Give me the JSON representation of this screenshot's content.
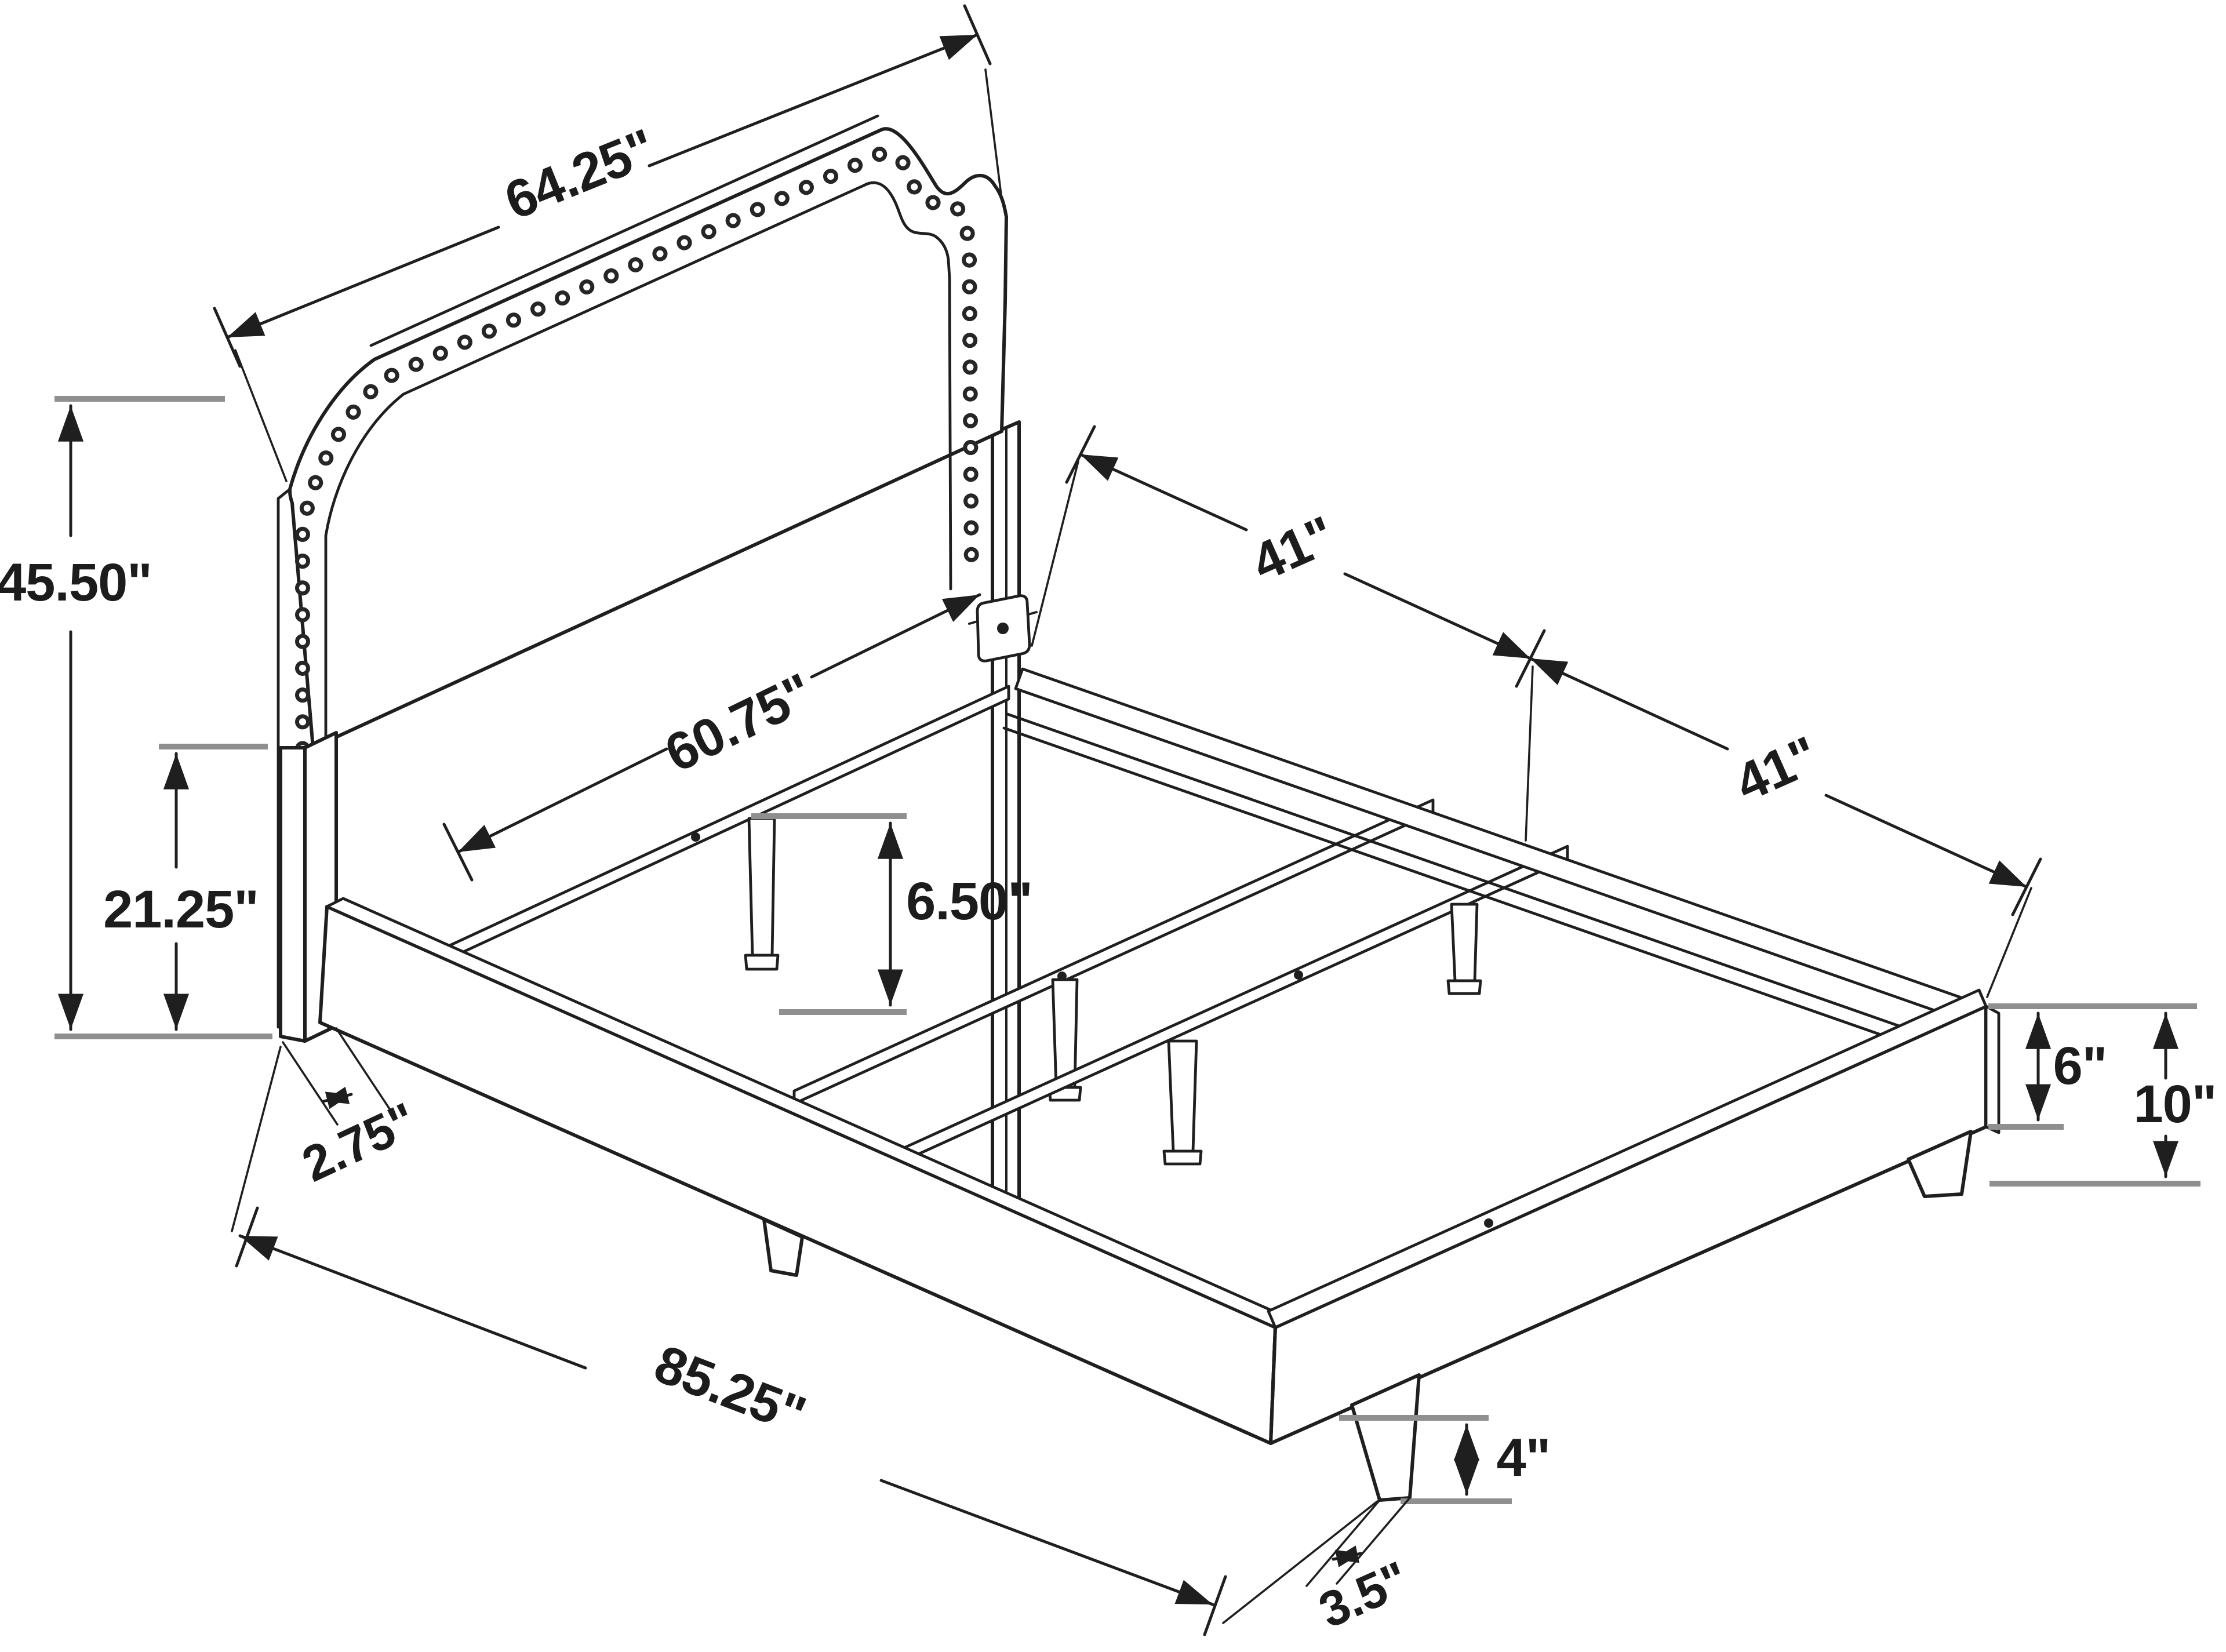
{
  "diagram": {
    "title": "Bed frame dimension diagram",
    "subject": "Upholstered bed with nailhead-trim camelback headboard, side rails and slat supports",
    "unit": "inches",
    "colors": {
      "line": "#1f1f1f",
      "reference_line": "#8f8f8f",
      "background": "#ffffff",
      "text": "#1c1c1c"
    },
    "labels": {
      "headboard_width": "64.25\"",
      "headboard_height": "45.50\"",
      "headboard_clearance": "21.25\"",
      "headboard_leg_depth": "2.75\"",
      "inner_width": "60.75\"",
      "center_support_leg_height": "6.50\"",
      "half_length_head": "41\"",
      "half_length_foot": "41\"",
      "overall_length": "85.25\"",
      "side_rail_height": "6\"",
      "rail_top_to_floor": "10\"",
      "corner_leg_height": "4\"",
      "corner_leg_width": "3.5\""
    }
  }
}
